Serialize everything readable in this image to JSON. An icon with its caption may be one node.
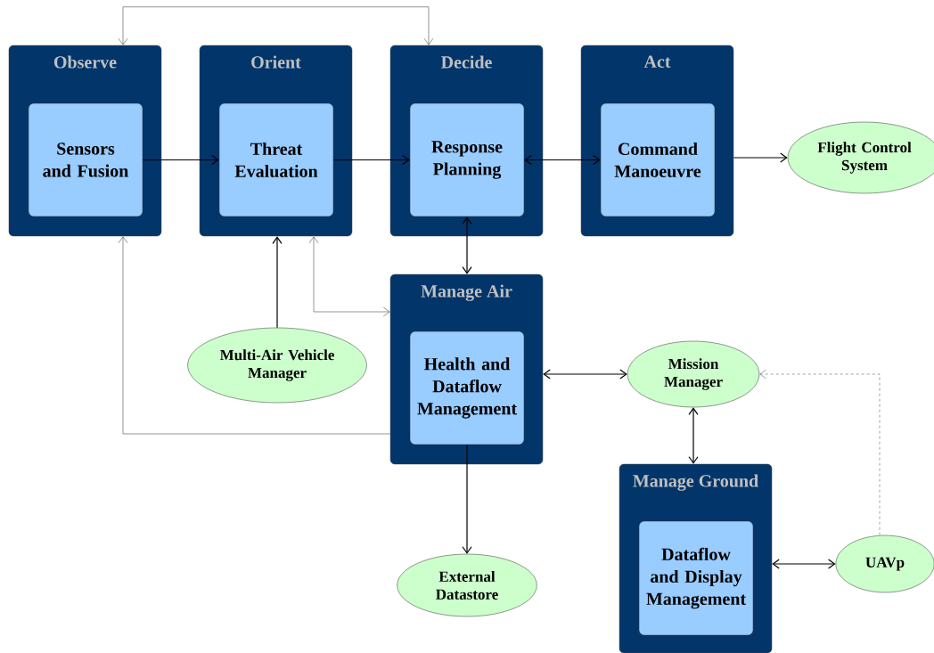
{
  "diagram": {
    "nodes": [
      {
        "text": [
          "Observe"
        ]
      },
      {
        "text": [
          "Sensors and Fusion"
        ],
        "in": 0
      },
      {
        "text": [
          "Orient"
        ]
      },
      {
        "text": [
          "Threat Evaluation"
        ],
        "in": 2
      },
      {
        "text": [
          "Decide"
        ]
      },
      {
        "text": [
          "Response Planning"
        ],
        "in": 4
      },
      {
        "text": [
          "Act"
        ]
      },
      {
        "text": [
          "Command Manoeuvre"
        ],
        "in": 6
      },
      {
        "text": [
          "Flight Control System"
        ]
      },
      {
        "text": [
          "Manage Air"
        ]
      },
      {
        "text": [
          "Health and Dataflow Management"
        ],
        "in": 9
      },
      {
        "text": [
          "Multi-Air Vehicle Manager"
        ]
      },
      {
        "text": [
          "Mission Manager"
        ]
      },
      {
        "text": [
          "Manage Ground"
        ]
      },
      {
        "text": [
          "Dataflow and Display Management"
        ],
        "in": 13
      },
      {
        "text": [
          "External Datastore"
        ]
      },
      {
        "text": [
          "UAVp"
        ]
      }
    ],
    "edges": [
      {
        "from": 1,
        "to": 3,
        "arrow": "to"
      },
      {
        "from": 3,
        "to": 5,
        "arrow": "to"
      },
      {
        "from": 5,
        "to": 7,
        "arrow": "both"
      },
      {
        "from": 6,
        "to": 8,
        "arrow": "to"
      },
      {
        "from": 0,
        "to": 4,
        "arrow": "both",
        "color": "#4d4d4d"
      },
      {
        "from": 5,
        "to": 9,
        "arrow": "both"
      },
      {
        "from": 11,
        "to": 2,
        "arrow": "to"
      },
      {
        "from": 9,
        "to": 2,
        "arrow": "both",
        "color": "#4d4d4d"
      },
      {
        "from": 9,
        "to": 0,
        "arrow": "to",
        "color": "#4d4d4d"
      },
      {
        "from": 9,
        "to": 12,
        "arrow": "both"
      },
      {
        "from": 12,
        "to": 13,
        "arrow": "both"
      },
      {
        "from": 10,
        "to": 15,
        "arrow": "to"
      },
      {
        "from": 13,
        "to": 16,
        "arrow": "both"
      },
      {
        "from": 16,
        "to": 12,
        "arrow": "to",
        "style": "dashed",
        "color": "#666666"
      }
    ]
  }
}
